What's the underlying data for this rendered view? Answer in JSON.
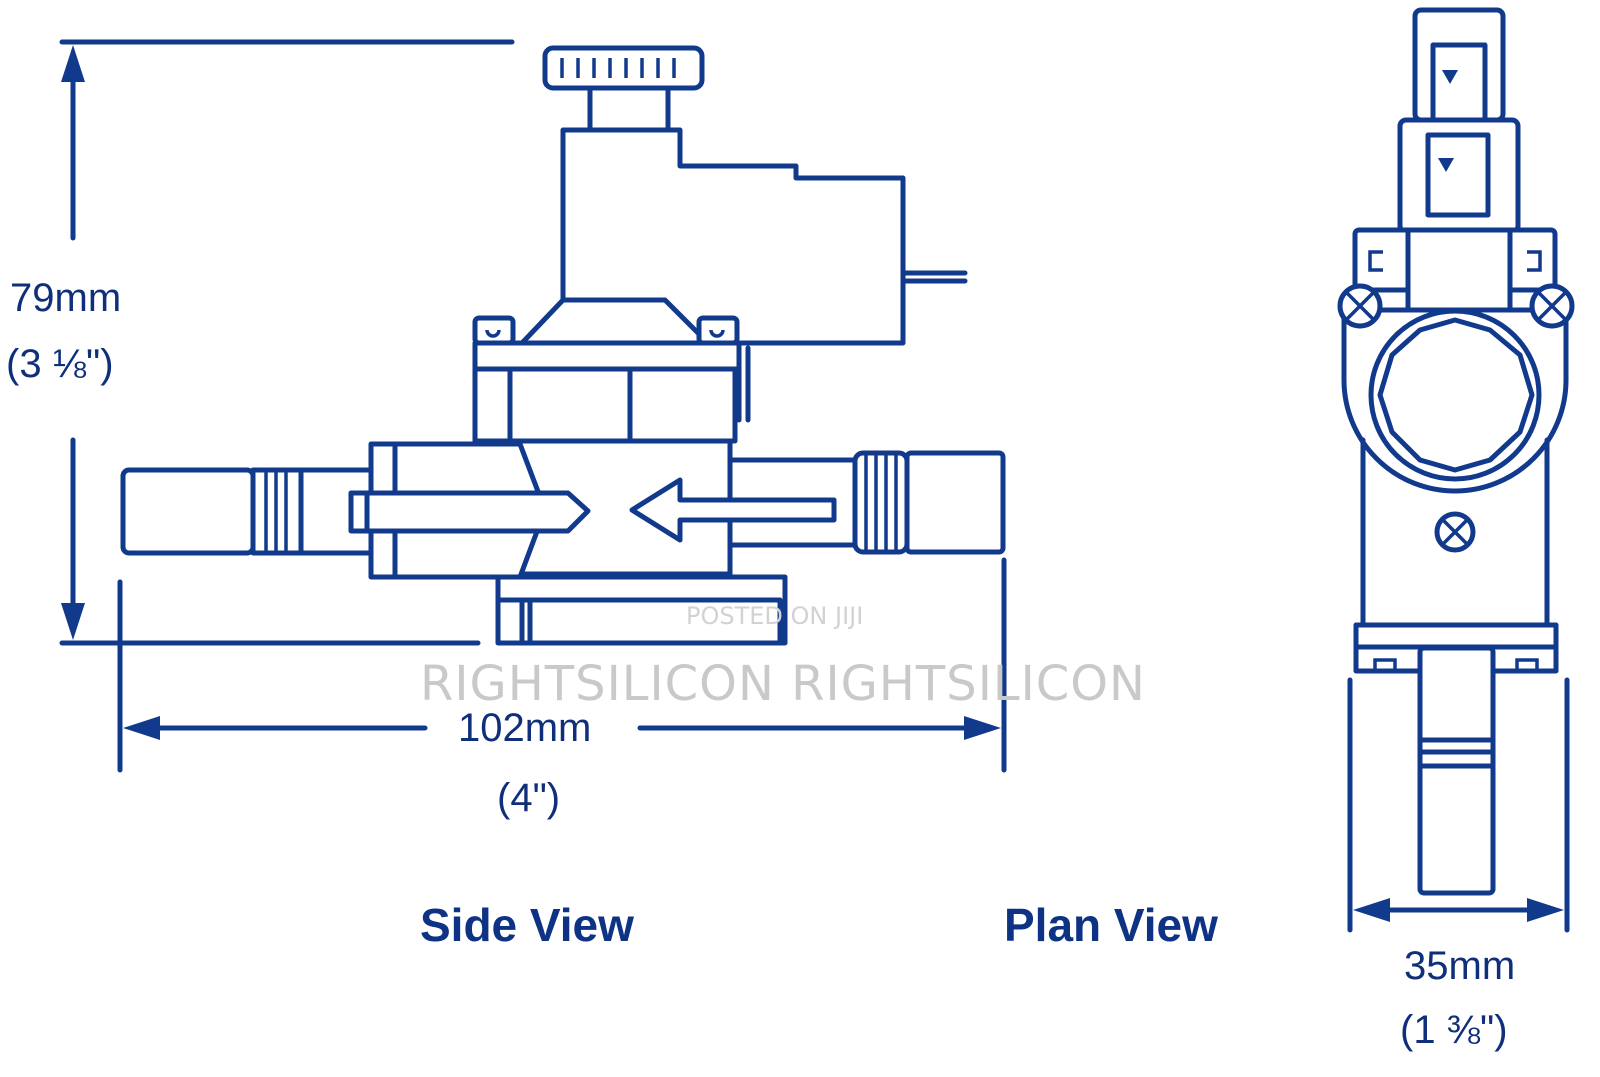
{
  "dimensions": {
    "height_mm": "79mm",
    "height_in": "(3 ⅛\")",
    "width_mm": "102mm",
    "width_in": "(4\")",
    "depth_mm": "35mm",
    "depth_in": "(1 ⅜\")"
  },
  "views": {
    "side": "Side View",
    "plan": "Plan View"
  },
  "watermarks": {
    "posted": "POSTED ON JIJI",
    "brand": "RIGHTSILICON RIGHTSILICON"
  },
  "colors": {
    "line": "#123a8c",
    "text": "#0f2f7a",
    "watermark": "#c9c9c9"
  }
}
